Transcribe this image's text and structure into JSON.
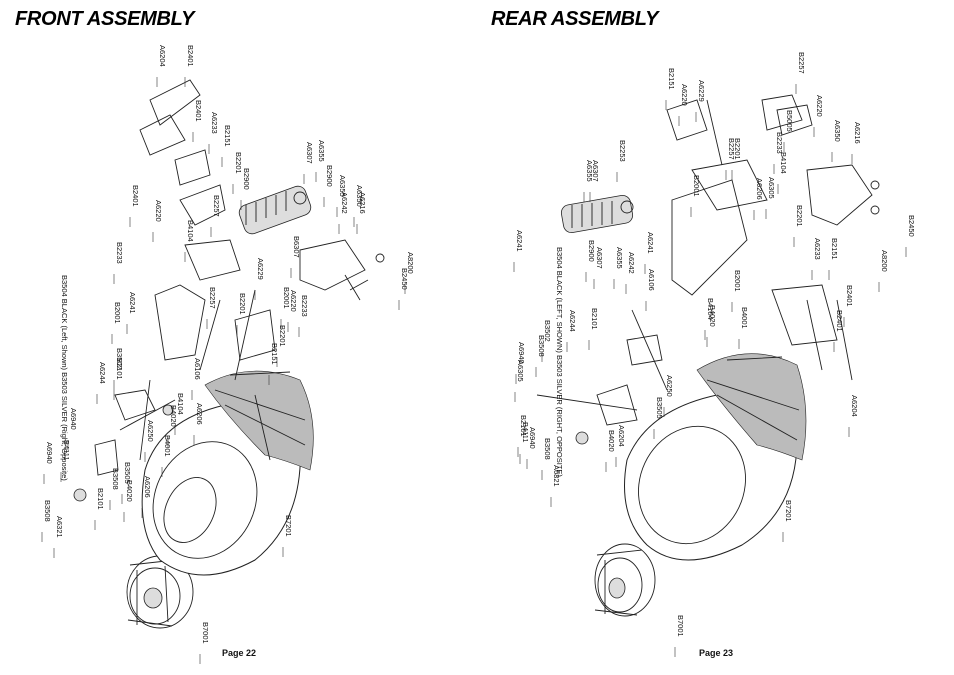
{
  "pages": [
    {
      "title": "FRONT ASSEMBLY",
      "page_label": "Page 22",
      "callouts": [
        "A6204",
        "B2401",
        "B2401",
        "A6233",
        "B2151",
        "B2201",
        "B2900",
        "B2401",
        "A6220",
        "B2257",
        "B4104",
        "B2233",
        "A6241",
        "B2001",
        "B2201",
        "B3502",
        "B2101",
        "A6244",
        "A6940",
        "B4111",
        "A6940",
        "B3508",
        "A6321",
        "B2101",
        "B3508",
        "B3505",
        "A6250",
        "B4020",
        "B4001",
        "B4020",
        "A6206",
        "A6206",
        "B2151",
        "B2201",
        "A6229",
        "B2233",
        "A6220",
        "B2001",
        "B2257",
        "B6307",
        "A6242",
        "A6355",
        "A6350",
        "A6216",
        "B2900",
        "A6307",
        "A6355",
        "A8200",
        "B2450",
        "B7201",
        "B7001",
        "A6106",
        "B4104"
      ],
      "side_note": "B3504 BLACK (Left, Shown) B3503 SILVER (Right, Opposite)"
    },
    {
      "title": "REAR ASSEMBLY",
      "page_label": "Page 23",
      "callouts": [
        "B2257",
        "B2151",
        "A6229",
        "A6220",
        "A6220",
        "B5005",
        "A6350",
        "A6216",
        "B2253",
        "B2201",
        "B2257",
        "A6307",
        "A6355",
        "B2001",
        "A6206",
        "B4104",
        "A6305",
        "B2201",
        "A6233",
        "B2151",
        "B2450",
        "A8200",
        "B2401",
        "B2401",
        "A6204",
        "A6241",
        "B2900",
        "A6307",
        "A6355",
        "A6242",
        "A6106",
        "A6241",
        "B2001",
        "B4001",
        "B4020",
        "B2101",
        "A6244",
        "B3502",
        "B3508",
        "A6940",
        "A6305",
        "A6250",
        "B3505",
        "B2101",
        "B4111",
        "A6940",
        "A6204",
        "B4020",
        "B3508",
        "A6321",
        "B7201",
        "B7001",
        "B2233",
        "B4104"
      ],
      "side_note": "B3504 BLACK (LEFT, SHOWN) B3503 SILVER (RIGHT, OPPOSITE)"
    }
  ]
}
